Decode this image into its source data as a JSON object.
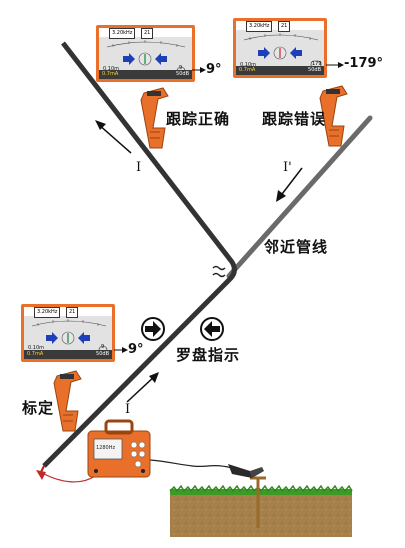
{
  "labels": {
    "tracking_correct": "跟踪正确",
    "tracking_wrong": "跟踪错误",
    "adjacent_pipe": "邻近管线",
    "compass_indicator": "罗盘指示",
    "calibration": "标定"
  },
  "angles": {
    "top_left": "9°",
    "top_right": "-179°",
    "bottom_left": "9°"
  },
  "currents": {
    "main_arrow_top": "I",
    "adjacent_arrow": "I'",
    "main_arrow_bottom": "I"
  },
  "screens": {
    "top_left": {
      "freq": "3.20kHz",
      "gain": "21",
      "depth": "0.10m",
      "current": "0.7mA",
      "db": "50dB",
      "angle": "9"
    },
    "top_right": {
      "freq": "3.20kHz",
      "gain": "21",
      "depth": "0.10m",
      "current": "0.7mA",
      "db": "50dB",
      "angle": "179"
    },
    "bottom_left": {
      "freq": "3.20kHz",
      "gain": "21",
      "depth": "0.10m",
      "current": "0.7mA",
      "db": "50dB",
      "angle": "9"
    }
  },
  "transmitter": {
    "display": "1280Hz"
  },
  "colors": {
    "pipe": "#3a3a3a",
    "orange": "#e8702a",
    "arrow_blue": "#1f3fb8",
    "soil": "#a07a45",
    "grass": "#2f8a1f"
  }
}
